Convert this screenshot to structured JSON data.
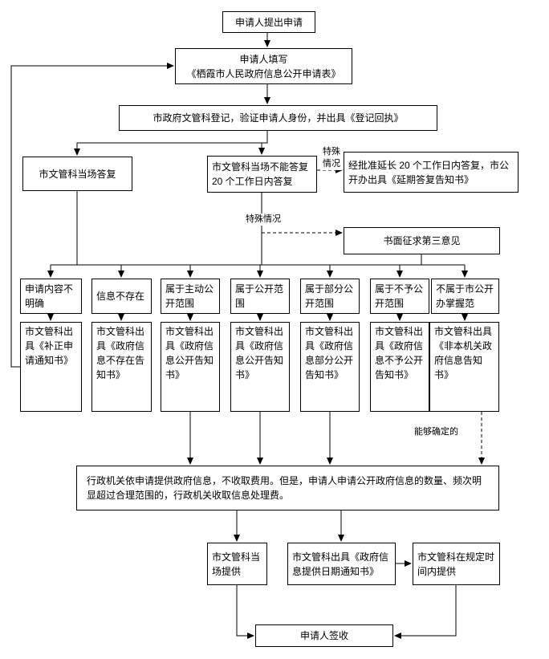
{
  "labels": {
    "special_case": "特殊情况",
    "determinable": "能够确定的"
  },
  "nodes": {
    "start": "申请人提出申请",
    "fill_form": {
      "line1": "申请人填写",
      "line2": "《栖霞市人民政府信息公开申请表》"
    },
    "register": "市政府文管科登记，验证申请人身份，并出具《登记回执》",
    "reply_onspot": "市文管科当场答复",
    "reply_20days": "市文管科当场不能答复 20 个工作日内答复",
    "reply_extended": "经批准延长 20 个工作日内答复，市公开办出具《延期答复告知书》",
    "third_party_opinion": "书面征求第三意见",
    "fee_notice": "行政机关依申请提供政府信息，不收取费用。但是，申请人申请公开政府信息的数量、频次明显超过合理范围的，行政机关收取信息处理费。",
    "sign": "申请人签收"
  },
  "conditions": [
    "申请内容不明确",
    "信息不存在",
    "属于主动公开范围",
    "属于公开范围",
    "属于部分公开范围",
    "属于不予公开范围",
    "不属于市公开办掌握范"
  ],
  "results": [
    "市文管科出具《补正申请通知书》",
    "市文管科出具《政府信息不存在告知书》",
    "市文管科出具《政府信息公开告知书》",
    "市文管科出具《政府信息公开告知书》",
    "市文管科出具《政府信息部分公开告知书》",
    "市文管科出具《政府信息不予公开告知书》",
    "市文管科出具《非本机关政府信息告知书》"
  ],
  "provide": [
    "市文管科当场提供",
    "市文管科出具《政府信息提供日期通知书》",
    "市文管科在规定时间内提供"
  ]
}
